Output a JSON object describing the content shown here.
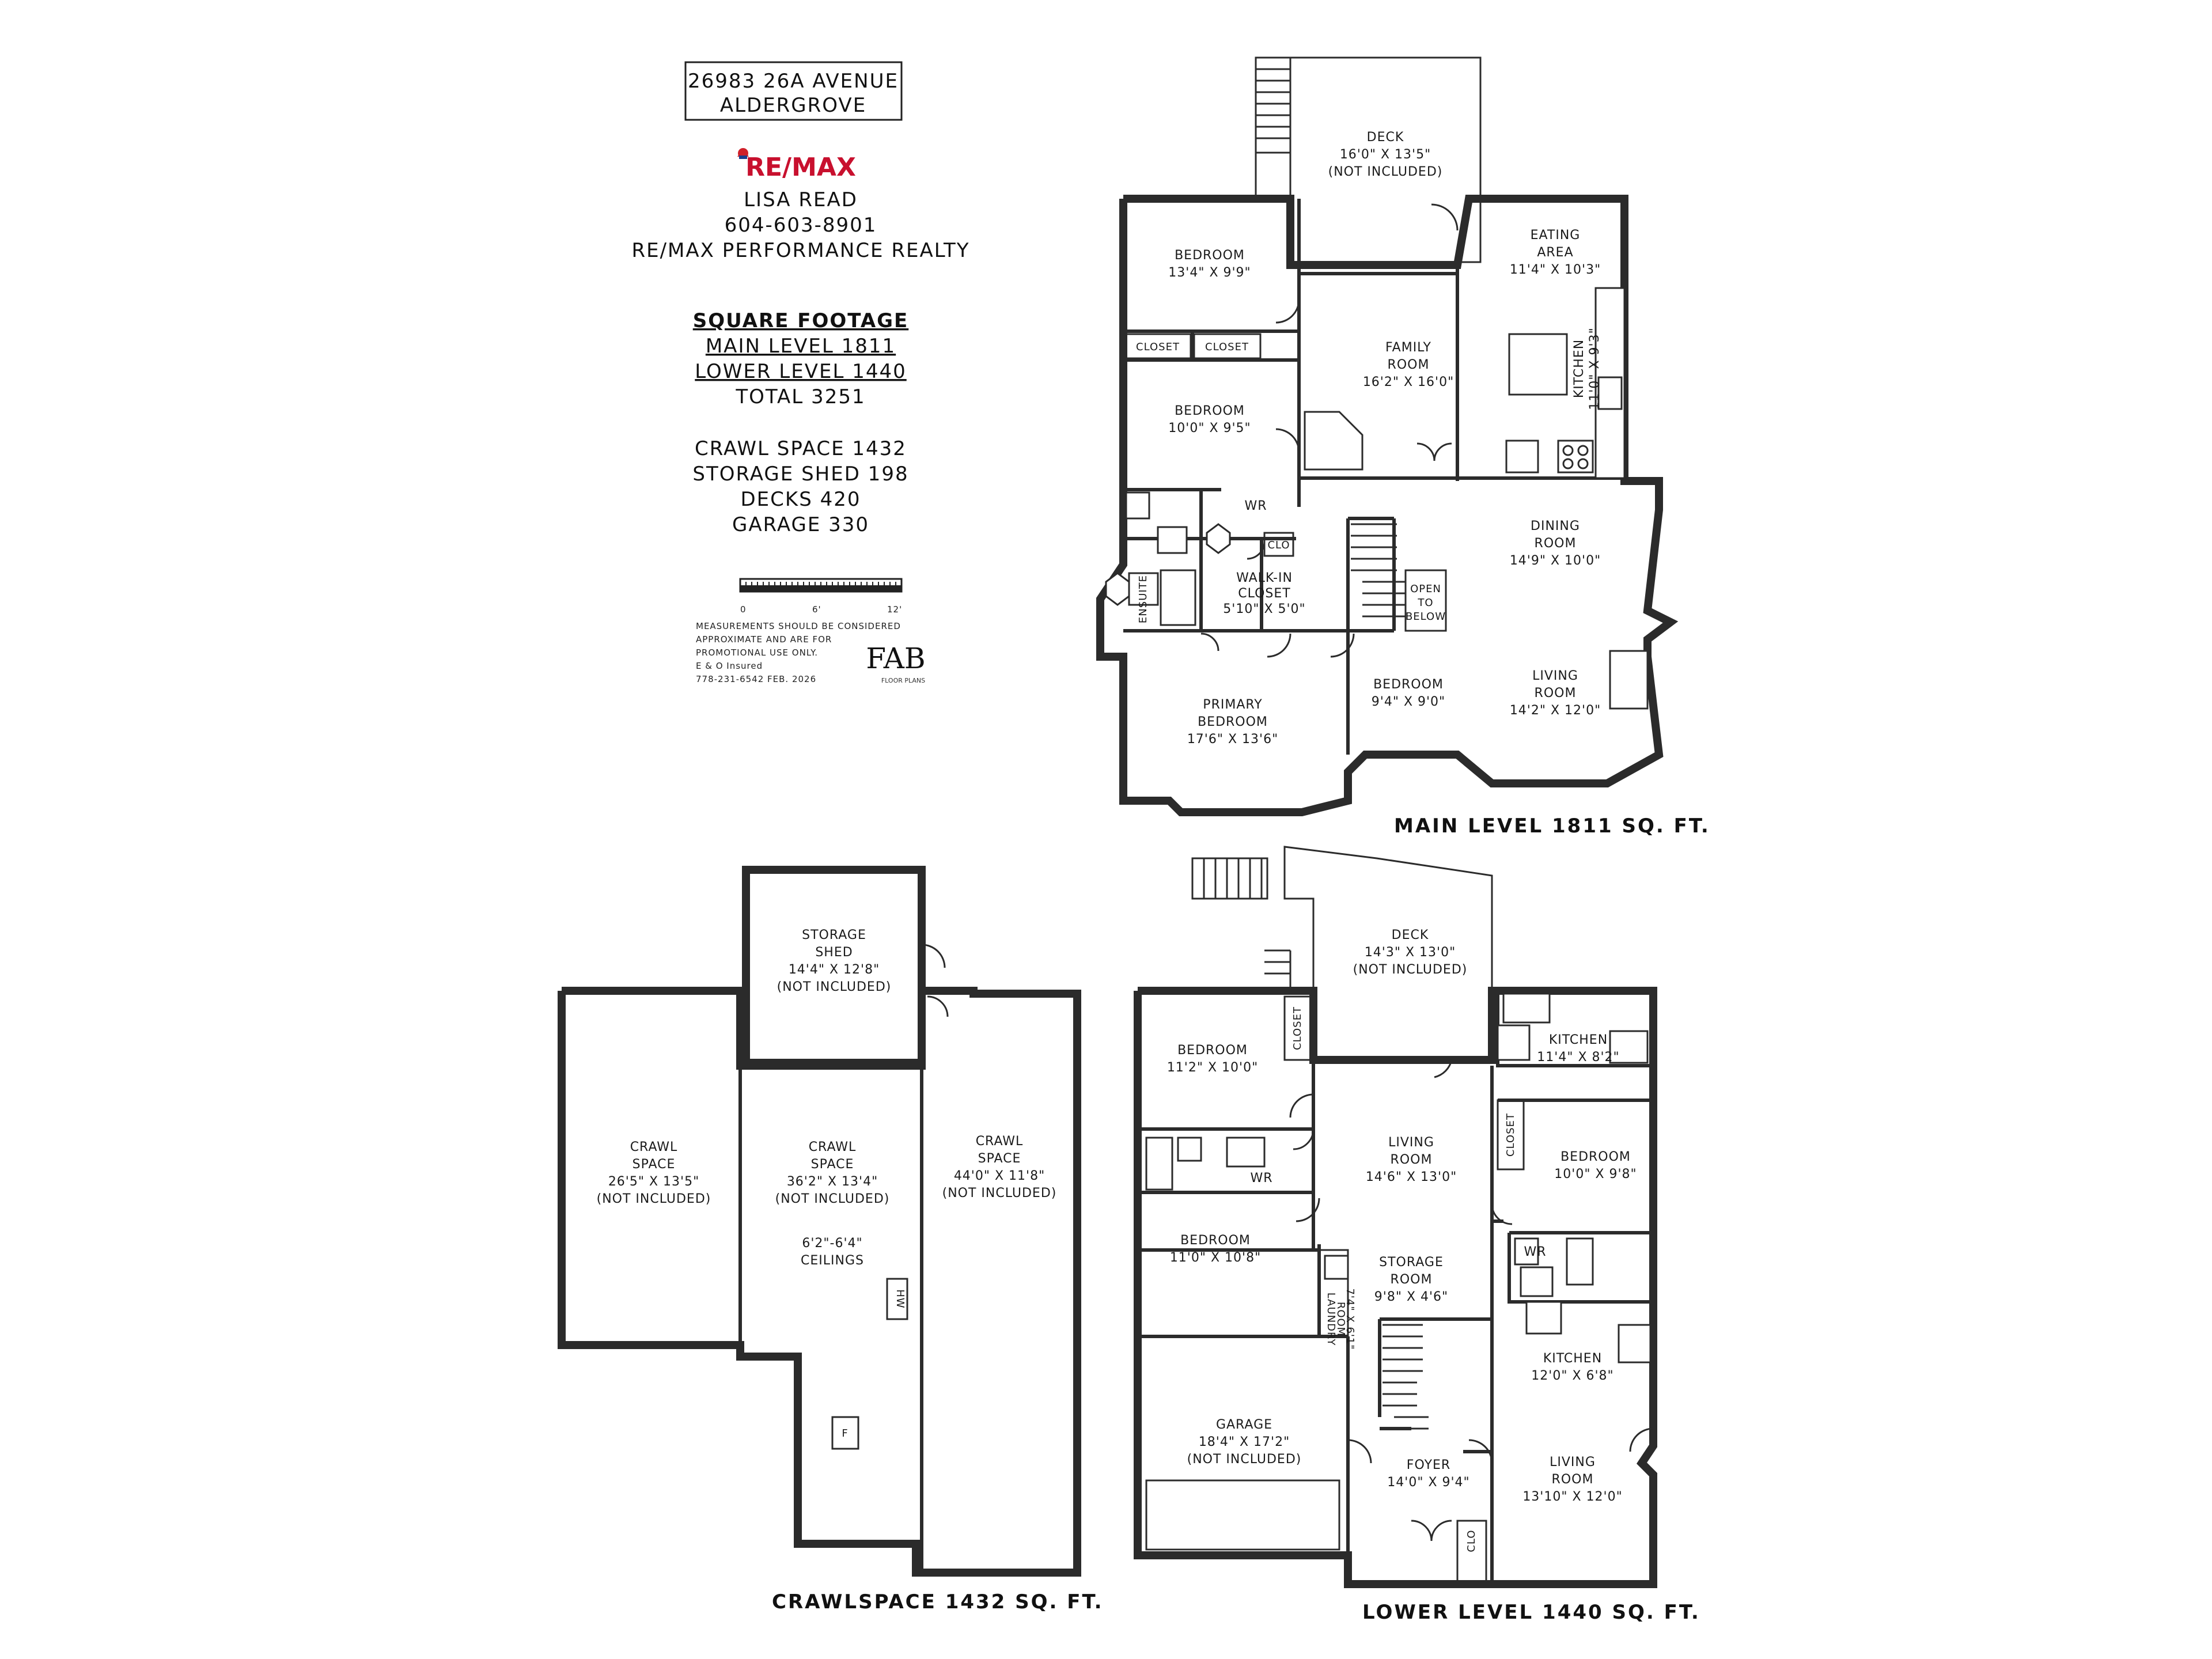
{
  "info": {
    "address_line1": "26983 26A AVENUE",
    "address_line2": "ALDERGROVE",
    "brand": "RE/MAX",
    "agent_name": "LISA READ",
    "agent_phone": "604-603-8901",
    "agency": "RE/MAX PERFORMANCE REALTY",
    "sqft_heading": "SQUARE FOOTAGE",
    "main_level": "MAIN LEVEL 1811",
    "lower_level": "LOWER LEVEL 1440",
    "total": "TOTAL 3251",
    "crawl_space": "CRAWL SPACE 1432",
    "storage_shed": "STORAGE SHED 198",
    "decks": "DECKS 420",
    "garage": "GARAGE 330",
    "scale_0": "0",
    "scale_6": "6'",
    "scale_12": "12'",
    "disclaimer_1": "MEASUREMENTS SHOULD BE CONSIDERED",
    "disclaimer_2": "APPROXIMATE AND ARE FOR",
    "disclaimer_3": "PROMOTIONAL USE ONLY.",
    "disclaimer_4": "E & O Insured",
    "disclaimer_5": "778-231-6542 FEB. 2026",
    "logo_text": "FAB",
    "logo_sub": "FLOOR PLANS"
  },
  "main_level": {
    "title": "MAIN LEVEL 1811 SQ. FT.",
    "rooms": {
      "deck_name": "DECK",
      "deck_dim": "16'0\" X 13'5\"",
      "deck_note": "(NOT INCLUDED)",
      "eating_name1": "EATING",
      "eating_name2": "AREA",
      "eating_dim": "11'4\" X 10'3\"",
      "bed1_name": "BEDROOM",
      "bed1_dim": "13'4\" X 9'9\"",
      "closet_a": "CLOSET",
      "closet_b": "CLOSET",
      "family_name1": "FAMILY",
      "family_name2": "ROOM",
      "family_dim": "16'2\" X 16'0\"",
      "kitchen_name": "KITCHEN",
      "kitchen_dim": "11'0\" X 9'3\"",
      "bed2_name": "BEDROOM",
      "bed2_dim": "10'0\" X 9'5\"",
      "wr": "WR",
      "clo": "CLO",
      "ensuite": "ENSUITE",
      "walkin_name1": "WALK-IN",
      "walkin_name2": "CLOSET",
      "walkin_dim": "5'10\" X 5'0\"",
      "dining_name1": "DINING",
      "dining_name2": "ROOM",
      "dining_dim": "14'9\" X 10'0\"",
      "open1": "OPEN",
      "open2": "TO",
      "open3": "BELOW",
      "primary_name1": "PRIMARY",
      "primary_name2": "BEDROOM",
      "primary_dim": "17'6\" X 13'6\"",
      "bed3_name": "BEDROOM",
      "bed3_dim": "9'4\" X 9'0\"",
      "living_name1": "LIVING",
      "living_name2": "ROOM",
      "living_dim": "14'2\" X 12'0\""
    }
  },
  "crawl": {
    "title": "CRAWLSPACE 1432 SQ. FT.",
    "shed_name1": "STORAGE",
    "shed_name2": "SHED",
    "shed_dim": "14'4\" X 12'8\"",
    "shed_note": "(NOT INCLUDED)",
    "c1_name1": "CRAWL",
    "c1_name2": "SPACE",
    "c1_dim": "26'5\" X 13'5\"",
    "c1_note": "(NOT INCLUDED)",
    "c2_name1": "CRAWL",
    "c2_name2": "SPACE",
    "c2_dim": "36'2\" X 13'4\"",
    "c2_note": "(NOT INCLUDED)",
    "c3_name1": "CRAWL",
    "c3_name2": "SPACE",
    "c3_dim": "44'0\" X 11'8\"",
    "c3_note": "(NOT INCLUDED)",
    "ceil1": "6'2\"-6'4\"",
    "ceil2": "CEILINGS",
    "hw": "HW",
    "f": "F"
  },
  "lower_level": {
    "title": "LOWER LEVEL 1440 SQ. FT.",
    "rooms": {
      "deck_name": "DECK",
      "deck_dim": "14'3\" X 13'0\"",
      "deck_note": "(NOT INCLUDED)",
      "bedA_name": "BEDROOM",
      "bedA_dim": "11'2\" X 10'0\"",
      "closetA": "CLOSET",
      "kitA_name": "KITCHEN",
      "kitA_dim": "11'4\" X 8'2\"",
      "livA_name1": "LIVING",
      "livA_name2": "ROOM",
      "livA_dim": "14'6\" X 13'0\"",
      "closetB": "CLOSET",
      "bedB_name": "BEDROOM",
      "bedB_dim": "10'0\" X 9'8\"",
      "wr1": "WR",
      "wr2": "WR",
      "bedC_name": "BEDROOM",
      "bedC_dim": "11'0\" X 10'8\"",
      "storage_name1": "STORAGE",
      "storage_name2": "ROOM",
      "storage_dim": "9'8\" X 4'6\"",
      "laundry1": "LAUNDRY",
      "laundry2": "ROOM",
      "laundry_dim": "7'4\" X 6'1\"",
      "kitB_name": "KITCHEN",
      "kitB_dim": "12'0\" X 6'8\"",
      "garage_name": "GARAGE",
      "garage_dim": "18'4\" X 17'2\"",
      "garage_note": "(NOT INCLUDED)",
      "foyer_name": "FOYER",
      "foyer_dim": "14'0\" X 9'4\"",
      "clo": "CLO",
      "livB_name1": "LIVING",
      "livB_name2": "ROOM",
      "livB_dim": "13'10\" X 12'0\""
    }
  }
}
